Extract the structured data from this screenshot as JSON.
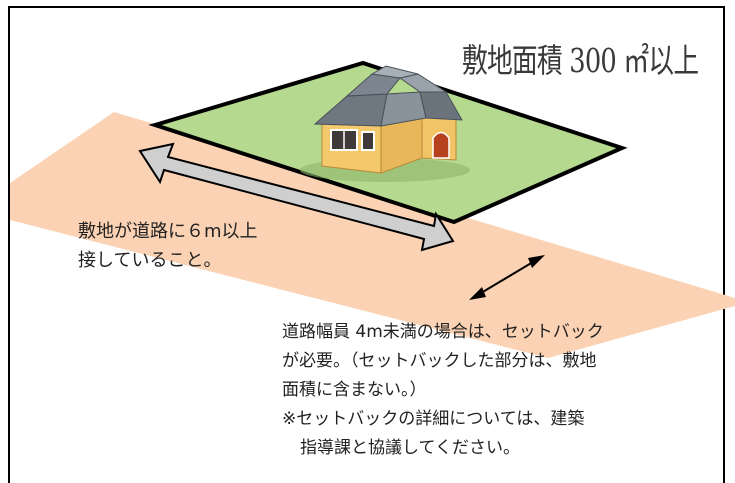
{
  "title": {
    "text": "敷地面積 300 ㎡以上"
  },
  "contact_label": {
    "lines": [
      "敷地が道路に６m以上",
      "接していること。"
    ]
  },
  "note": {
    "lines": [
      "道路幅員 4m未満の場合は、セットバック",
      "が必要。（セットバックした部分は、敷地",
      "面積に含まない。）",
      "※セットバックの詳細については、建築",
      "指導課と協議してください。"
    ]
  },
  "colors": {
    "road": "#fbd2b3",
    "site": "#b5d98e",
    "arrow_fill": "#cfcfcf",
    "house_wall": "#f4c96b",
    "roof": "#7d8590"
  }
}
